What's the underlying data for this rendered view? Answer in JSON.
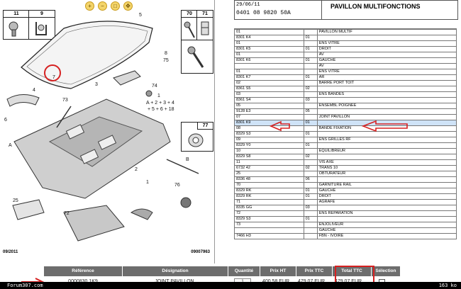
{
  "diagram": {
    "toolbar": [
      "zoom-in-icon",
      "zoom-out-icon",
      "zoom-fit-icon",
      "pan-icon"
    ],
    "insets": [
      {
        "num": "11"
      },
      {
        "num": "9"
      },
      {
        "num": "70"
      },
      {
        "num": "71"
      },
      {
        "num": "77"
      }
    ],
    "labels": {
      "l1": "1",
      "l2": "2",
      "l3": "3",
      "l4": "4",
      "l5": "5",
      "l6": "6",
      "l7": "7",
      "l8": "8",
      "l25": "25",
      "l72": "72",
      "l73": "73",
      "l74": "74",
      "l75": "75",
      "l76": "76",
      "lA": "A",
      "lB": "B",
      "formula1": "1",
      "formula2": "A + 2 + 3 + 4",
      "formula3": "+ 5 + 6 + 18"
    },
    "footer_left": "09/2011",
    "footer_right": "09007963"
  },
  "header": {
    "date": "29/06/11",
    "code": "0401 08 9820 50A",
    "title": "PAVILLON MULTIFONCTIONS"
  },
  "parts": [
    {
      "ref": "",
      "n": "",
      "desc": ""
    },
    {
      "ref": "01",
      "n": "",
      "desc": "PAVILLON MULTIF"
    },
    {
      "ref": "8301 K4",
      "n": "01",
      "desc": ""
    },
    {
      "ref": "01",
      "n": "",
      "desc": "ENS VITRE"
    },
    {
      "ref": "8301 K5",
      "n": "01",
      "desc": "DROIT"
    },
    {
      "ref": "01",
      "n": "",
      "desc": "AV"
    },
    {
      "ref": "8301 K6",
      "n": "01",
      "desc": "GAUCHE"
    },
    {
      "ref": "",
      "n": "",
      "desc": "AV"
    },
    {
      "ref": "01",
      "n": "",
      "desc": "ENS VITRE"
    },
    {
      "ref": "8301 K7",
      "n": "01",
      "desc": "AR"
    },
    {
      "ref": "02",
      "n": "",
      "desc": "BARRE PORT TOIT"
    },
    {
      "ref": "8361 S5",
      "n": "02",
      "desc": ""
    },
    {
      "ref": "03",
      "n": "",
      "desc": "ENS BANDES"
    },
    {
      "ref": "8361 S4",
      "n": "03",
      "desc": ""
    },
    {
      "ref": "05",
      "n": "",
      "desc": "ENSEMBL POIGNEE"
    },
    {
      "ref": "9128 E3",
      "n": "05",
      "desc": ""
    },
    {
      "ref": "07",
      "n": "",
      "desc": "JOINT PAVILLON"
    },
    {
      "ref": "8301 K9",
      "n": "01",
      "desc": ""
    },
    {
      "ref": "08",
      "n": "",
      "desc": "BANDE FIXATION"
    },
    {
      "ref": "8329 S3",
      "n": "01",
      "desc": ""
    },
    {
      "ref": "09",
      "n": "",
      "desc": "ENS GRILLES RF"
    },
    {
      "ref": "8329 Y0",
      "n": "01",
      "desc": ""
    },
    {
      "ref": "10",
      "n": "",
      "desc": "EQUILIBREUR"
    },
    {
      "ref": "8329 S8",
      "n": "02",
      "desc": ""
    },
    {
      "ref": "11",
      "n": "",
      "desc": "VIS AXE"
    },
    {
      "ref": "6732 42",
      "n": "02",
      "desc": "TRANS 10"
    },
    {
      "ref": "25",
      "n": "",
      "desc": "OBTURATEUR"
    },
    {
      "ref": "8336 48",
      "n": "06",
      "desc": ""
    },
    {
      "ref": "70",
      "n": "",
      "desc": "GARNITURE RAIL"
    },
    {
      "ref": "8329 RK",
      "n": "01",
      "desc": "GAUCHE"
    },
    {
      "ref": "8329 RK",
      "n": "01",
      "desc": "DROIT"
    },
    {
      "ref": "71",
      "n": "",
      "desc": "AGRAFE"
    },
    {
      "ref": "8335 GG",
      "n": "03",
      "desc": ""
    },
    {
      "ref": "72",
      "n": "",
      "desc": "ENS REPARATION"
    },
    {
      "ref": "8329 S3",
      "n": "01",
      "desc": ""
    },
    {
      "ref": "73",
      "n": "",
      "desc": "ENJOLIVEUR"
    },
    {
      "ref": "",
      "n": "",
      "desc": "GAUCHE"
    },
    {
      "ref": "7466 H3",
      "n": "",
      "desc": "FBN - IVOIRE"
    }
  ],
  "order": {
    "headers": {
      "reference": "Référence",
      "designation": "Désignation",
      "quantite": "Quantité",
      "prix_ht": "Prix HT",
      "prix_ttc": "Prix TTC",
      "total_ttc": "Total TTC",
      "selection": "Sélection"
    },
    "row": {
      "reference": "0000830 1K9",
      "designation": "JOINT PAVILLON",
      "quantite": "1",
      "prix_ht": "400.58 EUR",
      "prix_ttc": "479.07 EUR",
      "total_ttc": "479.07 EUR"
    }
  },
  "status": {
    "left": "Forum307.com",
    "right": "163 ko"
  },
  "colors": {
    "highlight_red": "#d62020",
    "selected_row": "#cfe3f7",
    "header_gray": "#6d6d6d"
  }
}
